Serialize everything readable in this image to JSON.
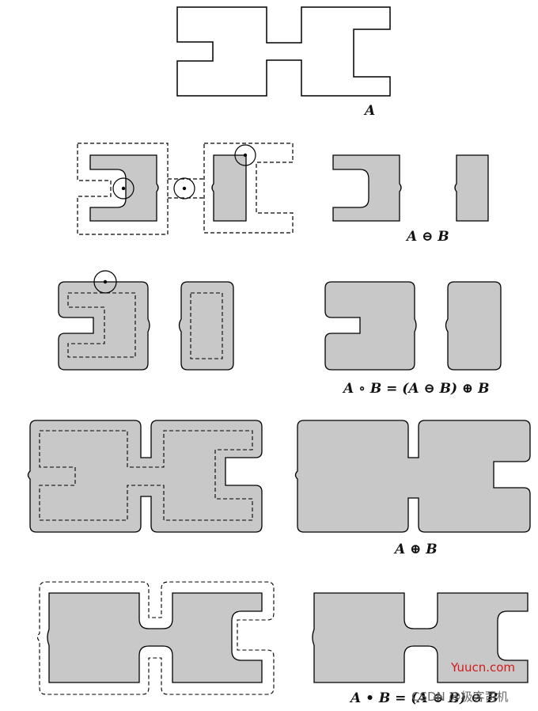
{
  "figure": {
    "label_a": "A",
    "label_erosion": "A ⊖ B",
    "label_opening": "A ∘ B = (A ⊖ B) ⊕ B",
    "label_dilation": "A ⊕ B",
    "label_closing": "A • B = (A ⊕ B) ⊖ B"
  },
  "watermark": {
    "site": "Yuucn.com",
    "source": "CSDN @极客司机"
  },
  "colors": {
    "fill": "#c8c8c8",
    "stroke": "#000000",
    "watermark_red": "#d11a1a"
  }
}
